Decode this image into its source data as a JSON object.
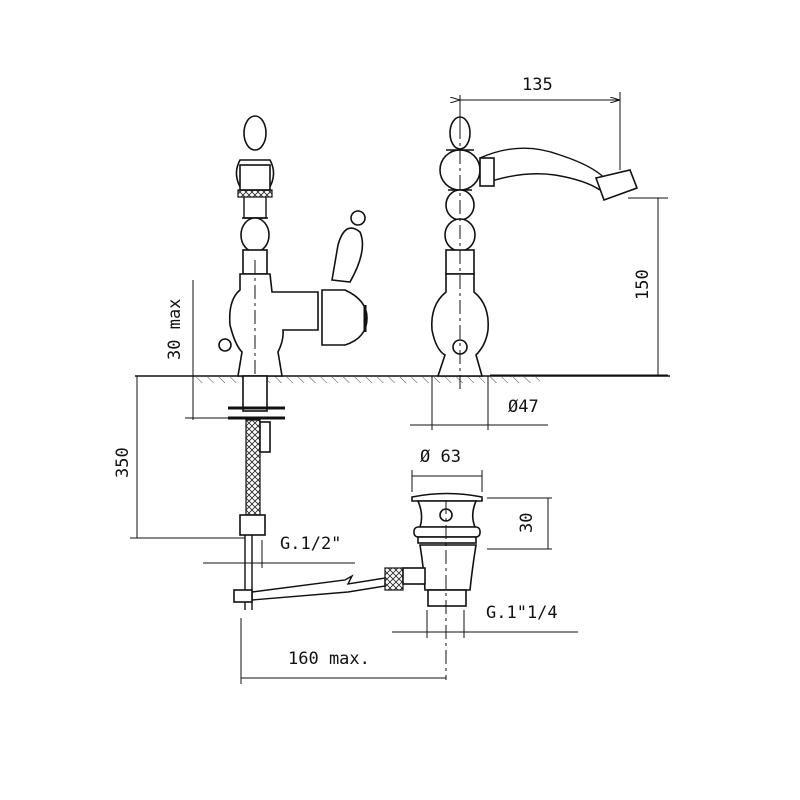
{
  "dimensions": {
    "spout_reach": "135",
    "spout_height": "150",
    "deck_thickness": "30 max",
    "hose_length": "350",
    "base_diameter": "Ø47",
    "waste_diameter": "Ø 63",
    "waste_height": "30",
    "inlet_thread": "G.1/2\"",
    "waste_thread": "G.1\"1/4",
    "rod_distance": "160 max."
  }
}
